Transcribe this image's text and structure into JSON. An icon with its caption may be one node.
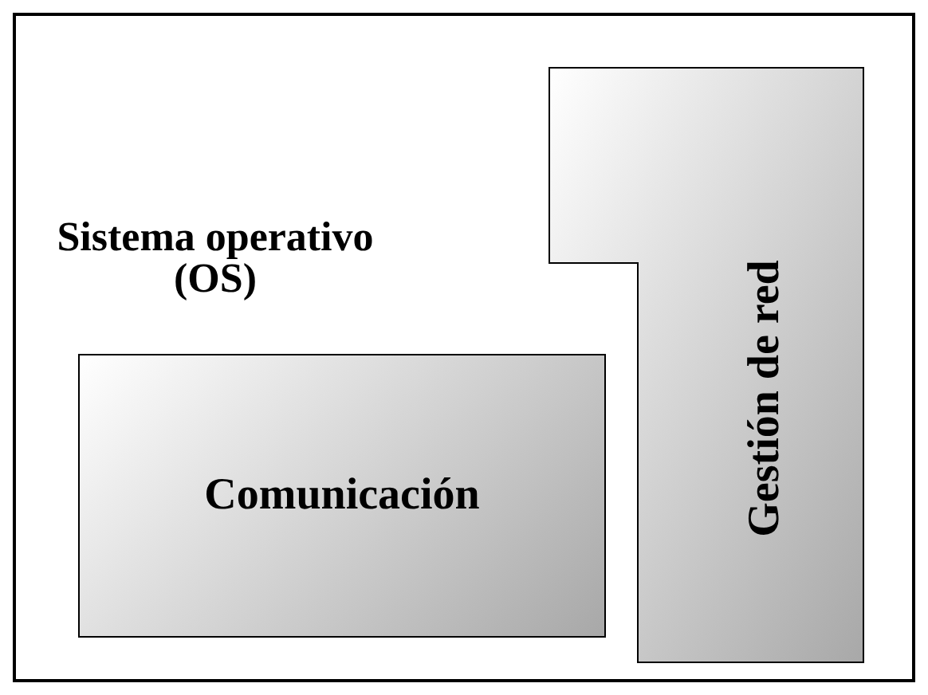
{
  "diagram": {
    "nodes": [
      {
        "text": [
          "Sistema operativo (OS)"
        ]
      },
      {
        "text": [
          "Comunicación"
        ],
        "in": 0
      },
      {
        "text": [
          "Gestión de red"
        ],
        "in": 0
      }
    ]
  }
}
